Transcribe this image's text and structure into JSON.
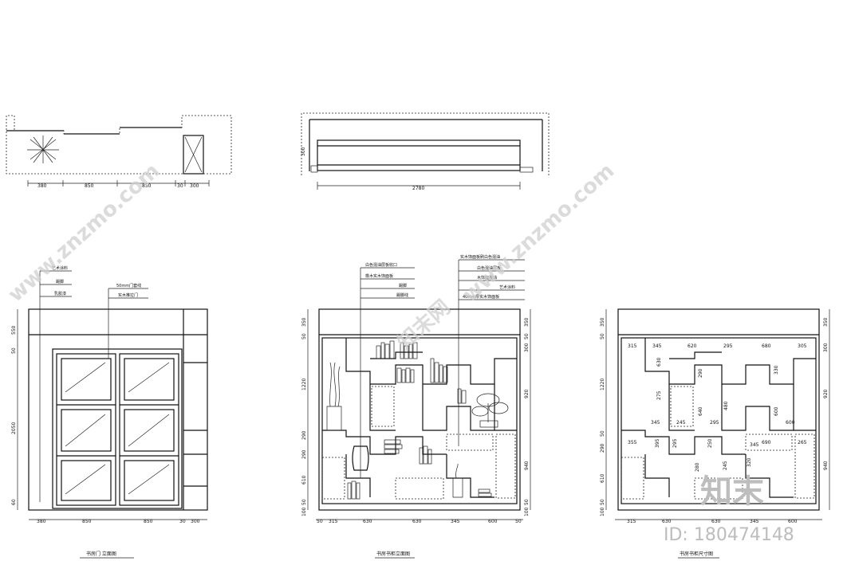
{
  "watermark": {
    "text": "www.znzmo.com",
    "brand": "知末网",
    "logo": "知末",
    "id_label": "ID: 180474148"
  },
  "plan_left": {
    "dims": [
      "380",
      "850",
      "850",
      "30",
      "300"
    ]
  },
  "plan_middle": {
    "dims": [
      "2780"
    ],
    "side_dim": "300"
  },
  "elev_left": {
    "title": "书房门 立面图",
    "notes": [
      "艺术涂料",
      "踢脚",
      "乳胶漆",
      "50mm门套线",
      "实木推拉门"
    ],
    "v_dims": [
      "550",
      "50",
      "2050",
      "60"
    ],
    "h_dims": [
      "380",
      "850",
      "850",
      "30",
      "300"
    ]
  },
  "elev_mid": {
    "title": "书房书柜立面图",
    "notes_left": [
      "白色混油层板收口",
      "橡木实木饰面板",
      "踢脚",
      "踢脚线"
    ],
    "notes_right": [
      "实木饰面板刷白色混油",
      "白色混油层板",
      "木饰面混油",
      "艺术涂料",
      "40mm厚实木饰面板"
    ],
    "v_dims_left": [
      "350",
      "50",
      "1220",
      "290",
      "290",
      "610",
      "50",
      "100"
    ],
    "v_dims_right": [
      "350",
      "50",
      "300",
      "920",
      "940",
      "50",
      "100"
    ],
    "h_dims": [
      "50",
      "315",
      "630",
      "630",
      "345",
      "600",
      "50"
    ]
  },
  "elev_right": {
    "title": "书房书柜尺寸图",
    "v_dims_left": [
      "350",
      "50",
      "1220",
      "50",
      "290",
      "610",
      "50",
      "100"
    ],
    "v_dims_right": [
      "350",
      "300",
      "920",
      "940"
    ],
    "h_dims": [
      "315",
      "630",
      "630",
      "345",
      "600"
    ],
    "inner_dims": [
      "315",
      "345",
      "620",
      "295",
      "680",
      "305",
      "630",
      "290",
      "275",
      "245",
      "345",
      "640",
      "295",
      "600",
      "330",
      "395",
      "480",
      "345",
      "600",
      "265",
      "355",
      "280",
      "320",
      "245",
      "295",
      "250",
      "690"
    ]
  }
}
